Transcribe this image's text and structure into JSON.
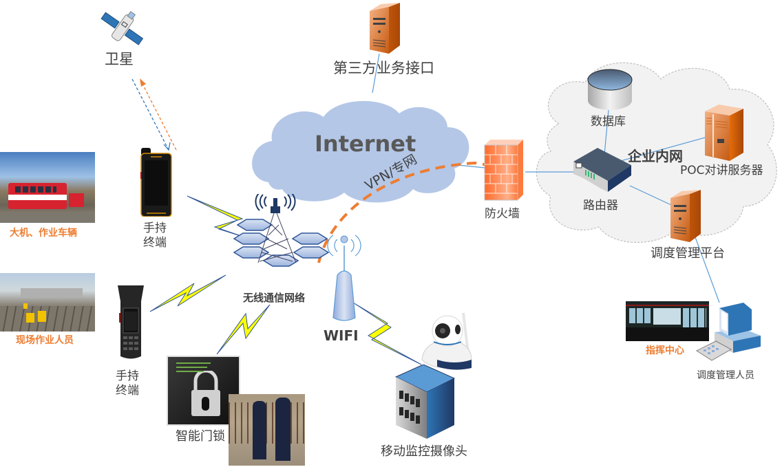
{
  "diagram": {
    "nodes": {
      "satellite": {
        "label": "卫星"
      },
      "third_party": {
        "label": "第三方业务接口"
      },
      "internet": {
        "label": "Internet"
      },
      "vpn": {
        "label": "VPN/专网"
      },
      "firewall": {
        "label": "防火墙"
      },
      "intranet": {
        "label": "企业内网"
      },
      "database": {
        "label": "数据库"
      },
      "router": {
        "label": "路由器"
      },
      "poc_server": {
        "label": "POC对讲服务器"
      },
      "dispatch_platform": {
        "label": "调度管理平台"
      },
      "command_center": {
        "label": "指挥中心"
      },
      "dispatch_staff": {
        "label": "调度管理人员"
      },
      "vehicles": {
        "label": "大机、作业车辆"
      },
      "field_staff": {
        "label": "现场作业人员"
      },
      "handheld_1": {
        "label_line1": "手持",
        "label_line2": "终端"
      },
      "handheld_2": {
        "label_line1": "手持",
        "label_line2": "终端"
      },
      "wireless_network": {
        "label": "无线通信网络"
      },
      "wifi": {
        "label": "WIFI"
      },
      "smart_lock": {
        "label": "智能门锁"
      },
      "camera": {
        "label": "移动监控摄像头"
      }
    },
    "colors": {
      "accent_orange": "#ed7d31",
      "link_blue": "#5b9bd5",
      "cloud_blue": "#b4c7e7",
      "cloud_gray": "#f2f2f2",
      "lightning_yellow": "#ffff00",
      "text_gray": "#404040"
    }
  }
}
